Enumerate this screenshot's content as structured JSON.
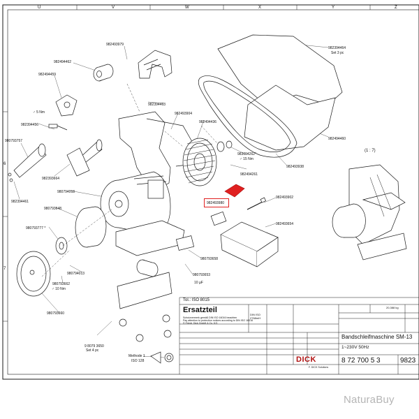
{
  "border": {
    "top_letters": [
      "U",
      "V",
      "W",
      "X",
      "Y",
      "Z"
    ],
    "left_numbers": [
      "6",
      "7"
    ]
  },
  "parts": {
    "p982493979": "982493979",
    "p982494462": "982494462",
    "p982494459": "982494459",
    "p5nm": "♂ 5 Nm",
    "p982394456": "982394456",
    "p980793757": "980793757",
    "p982394461": "982394461",
    "p982393664": "982393664",
    "p980794018": "980794018",
    "p980793648": "980793648",
    "p980793777": "980793777 *",
    "p980794013": "980794013",
    "p980793662": "980793662",
    "p10nm": "♂ 10 Nm",
    "p980793660": "980793660",
    "p982394463": "982394463",
    "p982493904": "982493904",
    "p982494436": "982494436",
    "p983094262": "983094262*",
    "p15nm": "♂ 15 Nm",
    "p982494261": "982494261",
    "p982493938": "982493938",
    "p982394464": "982394464",
    "set3pc": "Set 3 pc",
    "p982494460": "982494460",
    "scale": "(1 : 7)",
    "p982493980": "982493980",
    "p982493902": "982493902",
    "p982493654": "982493654",
    "p980793658": "980793658",
    "p980793653": "980793653",
    "p10uf": "10 µF",
    "p98079365": "9 8079 3650",
    "set4pc": "Set 4 pc",
    "methode1": "Methode 1",
    "iso128": "ISO 128"
  },
  "title_block": {
    "tol": "Tol.: ISO 8015",
    "ersatzteil": "Ersatzteil",
    "din": "DIN ISO 2768mH",
    "schutz1": "Schutzvermerk gemäß DIN ISO 16016 beachten",
    "schutz2": "Pay attention to protection notices according to DIN ISO 16016",
    "schutz3": "© Friedr. Dick GmbH & Co. KG",
    "product": "Bandschleifmaschine SM-13",
    "voltage": "1~230V 50Hz",
    "number": "8 72 700 5 3",
    "brand": "DICK",
    "brand_sub": "F. DICK Solutions",
    "partial": "9823",
    "weight": "20,388 kg"
  },
  "watermark": "NaturaBuy",
  "colors": {
    "line": "#1a1a1a",
    "highlight": "#e02020",
    "watermark": "#b5b5b5"
  }
}
